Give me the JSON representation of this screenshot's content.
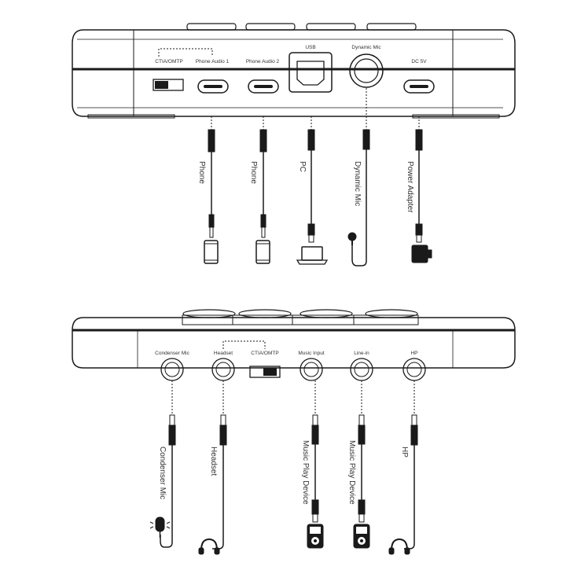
{
  "top_panel": {
    "ports": [
      {
        "label": "CTIA/OMTP",
        "cable": "",
        "device": "slide-switch"
      },
      {
        "label": "Phone Audio 1",
        "cable": "Phone",
        "device": "phone"
      },
      {
        "label": "Phone Audio 2",
        "cable": "Phone",
        "device": "phone"
      },
      {
        "label": "USB",
        "cable": "PC",
        "device": "laptop"
      },
      {
        "label": "Dynamic Mic",
        "cable": "Dynamic Mic",
        "device": "dynamic-mic"
      },
      {
        "label": "DC 5V",
        "cable": "Power Adapter",
        "device": "power-adapter"
      }
    ]
  },
  "bottom_panel": {
    "ports": [
      {
        "label": "Condenser Mic",
        "cable": "Condenser Mic",
        "device": "condenser-mic"
      },
      {
        "label": "Headset",
        "cable": "Headset",
        "device": "headset"
      },
      {
        "label": "CTIA/OMTP",
        "cable": "",
        "device": "slide-switch"
      },
      {
        "label": "Music Input",
        "cable": "Music Play Device",
        "device": "music-player"
      },
      {
        "label": "Line-in",
        "cable": "Music Play Device",
        "device": "music-player"
      },
      {
        "label": "HP",
        "cable": "HP",
        "device": "headphones"
      }
    ]
  },
  "colors": {
    "line": "#1a1a1a",
    "panel_fill": "#ffffff",
    "dark_fill": "#222222"
  }
}
